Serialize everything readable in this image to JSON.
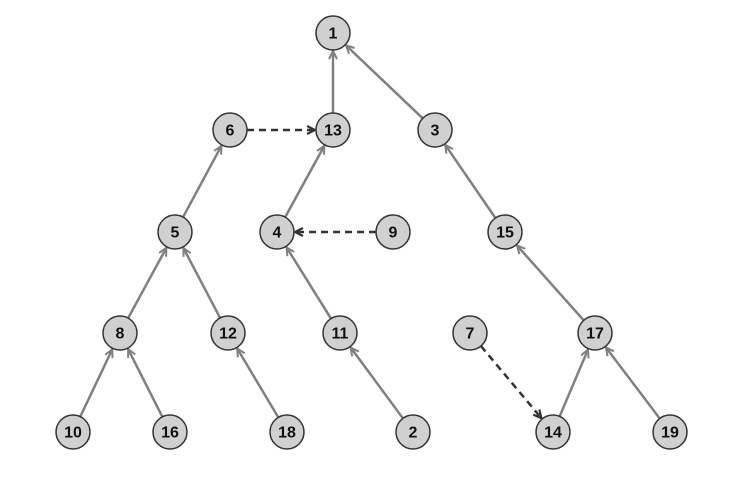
{
  "diagram": {
    "type": "directed-tree",
    "nodes": [
      "1",
      "6",
      "13",
      "3",
      "5",
      "4",
      "9",
      "15",
      "8",
      "12",
      "11",
      "7",
      "17",
      "10",
      "16",
      "18",
      "2",
      "14",
      "19"
    ],
    "edges": [
      {
        "from": "13",
        "to": "1",
        "style": "solid"
      },
      {
        "from": "3",
        "to": "1",
        "style": "solid"
      },
      {
        "from": "5",
        "to": "6",
        "style": "solid"
      },
      {
        "from": "4",
        "to": "13",
        "style": "solid"
      },
      {
        "from": "15",
        "to": "3",
        "style": "solid"
      },
      {
        "from": "8",
        "to": "5",
        "style": "solid"
      },
      {
        "from": "12",
        "to": "5",
        "style": "solid"
      },
      {
        "from": "11",
        "to": "4",
        "style": "solid"
      },
      {
        "from": "17",
        "to": "15",
        "style": "solid"
      },
      {
        "from": "10",
        "to": "8",
        "style": "solid"
      },
      {
        "from": "16",
        "to": "8",
        "style": "solid"
      },
      {
        "from": "18",
        "to": "12",
        "style": "solid"
      },
      {
        "from": "2",
        "to": "11",
        "style": "solid"
      },
      {
        "from": "14",
        "to": "17",
        "style": "solid"
      },
      {
        "from": "19",
        "to": "17",
        "style": "solid"
      },
      {
        "from": "6",
        "to": "13",
        "style": "dashed"
      },
      {
        "from": "9",
        "to": "4",
        "style": "dashed"
      },
      {
        "from": "7",
        "to": "14",
        "style": "dashed"
      }
    ],
    "colors": {
      "node_fill": "#d0d0d0",
      "node_stroke": "#333333",
      "solid_edge": "#808080",
      "dashed_edge": "#333333"
    }
  }
}
